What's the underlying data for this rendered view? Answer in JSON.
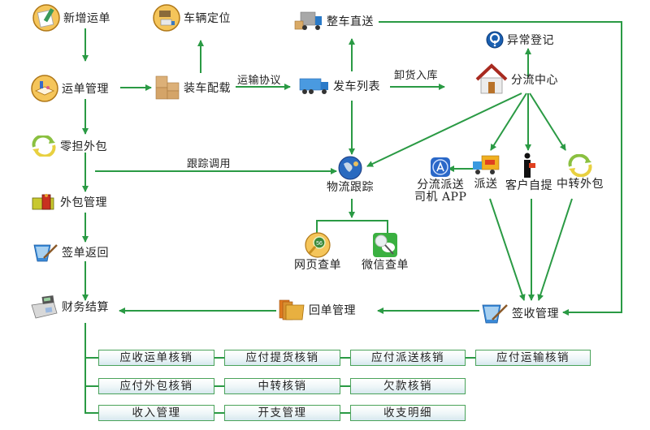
{
  "diagram": {
    "accent_color": "#2a9a44",
    "nodes": {
      "new_waybill": {
        "label": "新增运单",
        "icon": "pencil-document-icon"
      },
      "vehicle_location": {
        "label": "车辆定位",
        "icon": "trucks-icon"
      },
      "full_truck_direct": {
        "label": "整车直送",
        "icon": "cargo-truck-icon"
      },
      "exception_register": {
        "label": "异常登记",
        "icon": "question-icon"
      },
      "waybill_management": {
        "label": "运单管理",
        "icon": "book-icon"
      },
      "loading_stowage": {
        "label": "装车配载",
        "icon": "boxes-icon"
      },
      "departure_list": {
        "label": "发车列表",
        "icon": "blue-truck-icon"
      },
      "distribution_center": {
        "label": "分流中心",
        "icon": "house-icon"
      },
      "ltl_outsourcing": {
        "label": "零担外包",
        "icon": "recycle-icon"
      },
      "outsourcing_management": {
        "label": "外包管理",
        "icon": "books-icon"
      },
      "logistics_tracking": {
        "label": "物流跟踪",
        "icon": "globe-icon"
      },
      "driver_app": {
        "label": "分流派送\n司机 APP",
        "label_line1": "分流派送",
        "label_line2": "司机 APP",
        "icon": "app-store-icon"
      },
      "delivery": {
        "label": "派送",
        "icon": "delivery-truck-icon"
      },
      "customer_pickup": {
        "label": "客户自提",
        "icon": "person-parcel-icon"
      },
      "transfer_outsourcing": {
        "label": "中转外包",
        "icon": "recycle-icon"
      },
      "sign_return": {
        "label": "签单返回",
        "icon": "folder-pen-icon"
      },
      "web_query": {
        "label": "网页查单",
        "icon": "magnifier-56-icon"
      },
      "wechat_query": {
        "label": "微信查单",
        "icon": "wechat-search-icon"
      },
      "finance_settlement": {
        "label": "财务结算",
        "icon": "cash-register-icon"
      },
      "receipt_management": {
        "label": "回单管理",
        "icon": "folders-icon"
      },
      "receipt_sign_management": {
        "label": "签收管理",
        "icon": "folder-pen-icon"
      }
    },
    "edge_labels": {
      "transport_agreement": "运输协议",
      "unload_warehouse": "卸货入库",
      "tracking_call": "跟踪调用"
    },
    "finance_items": [
      [
        "应收运单核销",
        "应付提货核销",
        "应付派送核销",
        "应付运输核销"
      ],
      [
        "应付外包核销",
        "中转核销",
        "欠款核销"
      ],
      [
        "收入管理",
        "开支管理",
        "收支明细"
      ]
    ]
  }
}
